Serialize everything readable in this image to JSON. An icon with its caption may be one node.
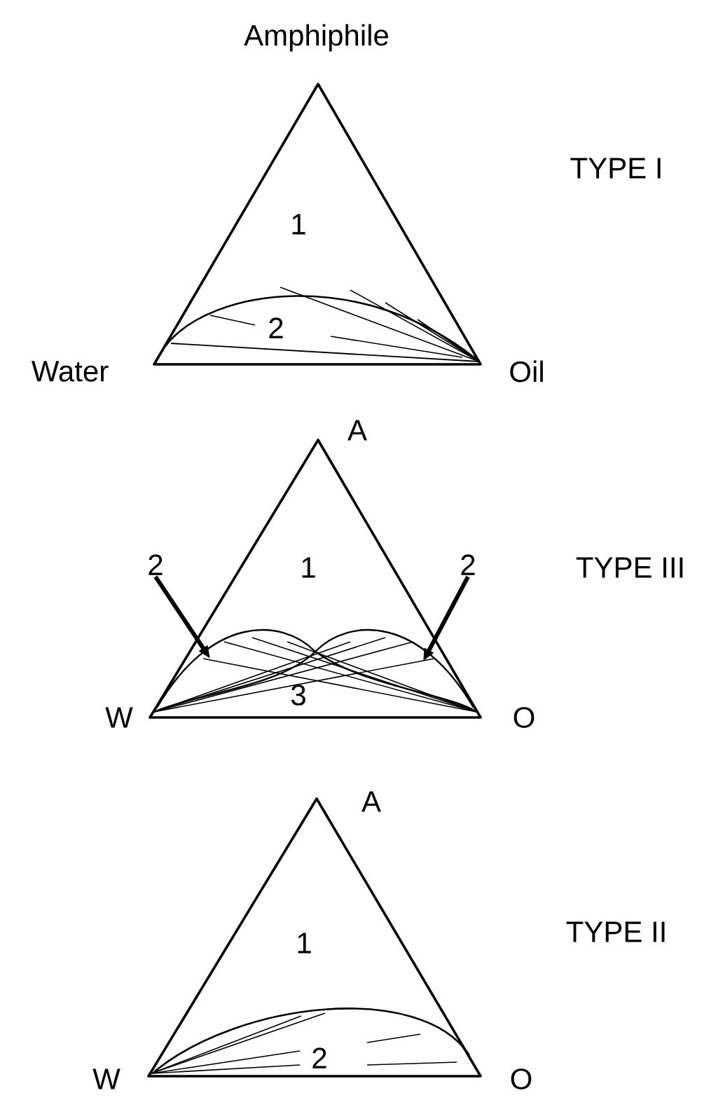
{
  "diagram": {
    "nodes": [
      {
        "text": [
          "2"
        ]
      },
      {
        "text": [
          "2"
        ]
      }
    ],
    "edges": [
      {
        "from": 0,
        "to": null,
        "arrow": "to"
      },
      {
        "from": 1,
        "to": null,
        "arrow": "to"
      }
    ],
    "labels": [
      "Amphiphile",
      "TYPE I",
      "1",
      "2",
      "Water",
      "Oil",
      "A",
      "1",
      "TYPE III",
      "3",
      "W",
      "O",
      "A",
      "1",
      "TYPE II",
      "2",
      "W",
      "O"
    ]
  }
}
